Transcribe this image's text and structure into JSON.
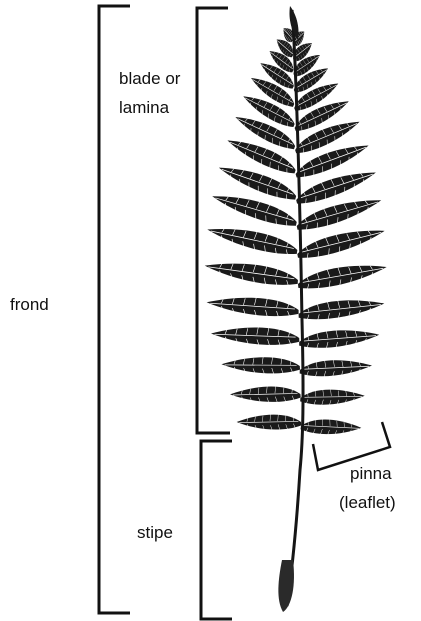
{
  "labels": {
    "blade_line1": "blade or",
    "blade_line2": "lamina",
    "frond": "frond",
    "stipe": "stipe",
    "pinna_line1": "pinna",
    "pinna_line2": "(leaflet)"
  },
  "colors": {
    "ink": "#111111",
    "background": "#ffffff"
  },
  "icons": {
    "illustration": "fern-frond-illustration"
  }
}
